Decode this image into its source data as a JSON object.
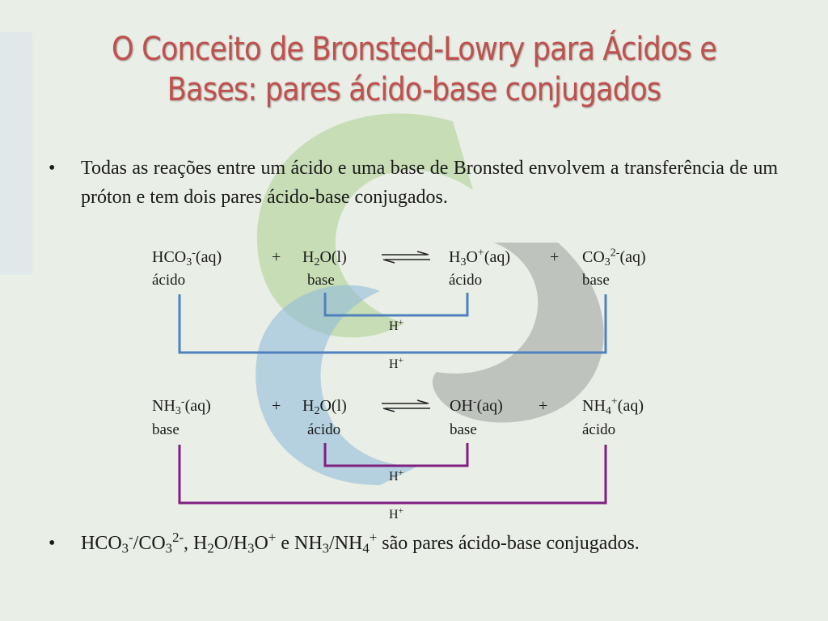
{
  "slide": {
    "title_line1": "O Conceito de Bronsted-Lowry para Ácidos e",
    "title_line2": "Bases: pares ácido-base conjugados"
  },
  "bullets": {
    "first": {
      "text": "Todas as reações entre um ácido e uma base de Bronsted envolvem a transferência de um próton e tem dois pares ácido-base conjugados."
    },
    "second": {
      "hco3": "HCO",
      "hco3_sub": "3",
      "hco3_sup": "-",
      "sep1": "/CO",
      "co3_sub": "3",
      "co3_sup": "2-",
      "sep2": ", H",
      "h2o_sub": "2",
      "h2o_tail": "O/H",
      "h3o_sub": "3",
      "h3o_tail": "O",
      "h3o_sup": "+",
      "and": " e NH",
      "nh3_sub": "3",
      "nh4_head": "/NH",
      "nh4_sub": "4",
      "nh4_sup": "+",
      "tail": " são pares ácido-base conjugados."
    }
  },
  "reaction1": {
    "r1": {
      "base": "HCO",
      "sub": "3",
      "sup": "-",
      "state": "(aq)"
    },
    "plus1": "+",
    "r2": {
      "base": "H",
      "sub": "2",
      "tail": "O(l)"
    },
    "p1": {
      "base": "H",
      "sub": "3",
      "tail": "O",
      "sup": "+",
      "state": "(aq)"
    },
    "plus2": "+",
    "p2": {
      "base": "CO",
      "sub": "3",
      "sup": "2-",
      "state": "(aq)"
    },
    "labels": {
      "r1": "ácido",
      "r2": "base",
      "p1": "ácido",
      "p2": "base"
    },
    "transfer_inner": {
      "base": "H",
      "sup": "+"
    },
    "transfer_outer": {
      "base": "H",
      "sup": "+"
    },
    "color": "#4f81bd"
  },
  "reaction2": {
    "r1": {
      "base": "NH",
      "sub": "3",
      "sup": "-",
      "state": "(aq)"
    },
    "plus1": "+",
    "r2": {
      "base": "H",
      "sub": "2",
      "tail": "O(l)"
    },
    "p1": {
      "base": "OH",
      "sup": "-",
      "state": "(aq)"
    },
    "plus2": "+",
    "p2": {
      "base": "NH",
      "sub": "4",
      "sup": "+",
      "state": "(aq)"
    },
    "labels": {
      "r1": "base",
      "r2": "ácido",
      "p1": "base",
      "p2": "ácido"
    },
    "transfer_inner": {
      "base": "H",
      "sup": "+"
    },
    "transfer_outer": {
      "base": "H",
      "sup": "+"
    },
    "color": "#7f1f80"
  },
  "theme": {
    "title_color": "#c0504d",
    "background": "#e9eee6"
  }
}
